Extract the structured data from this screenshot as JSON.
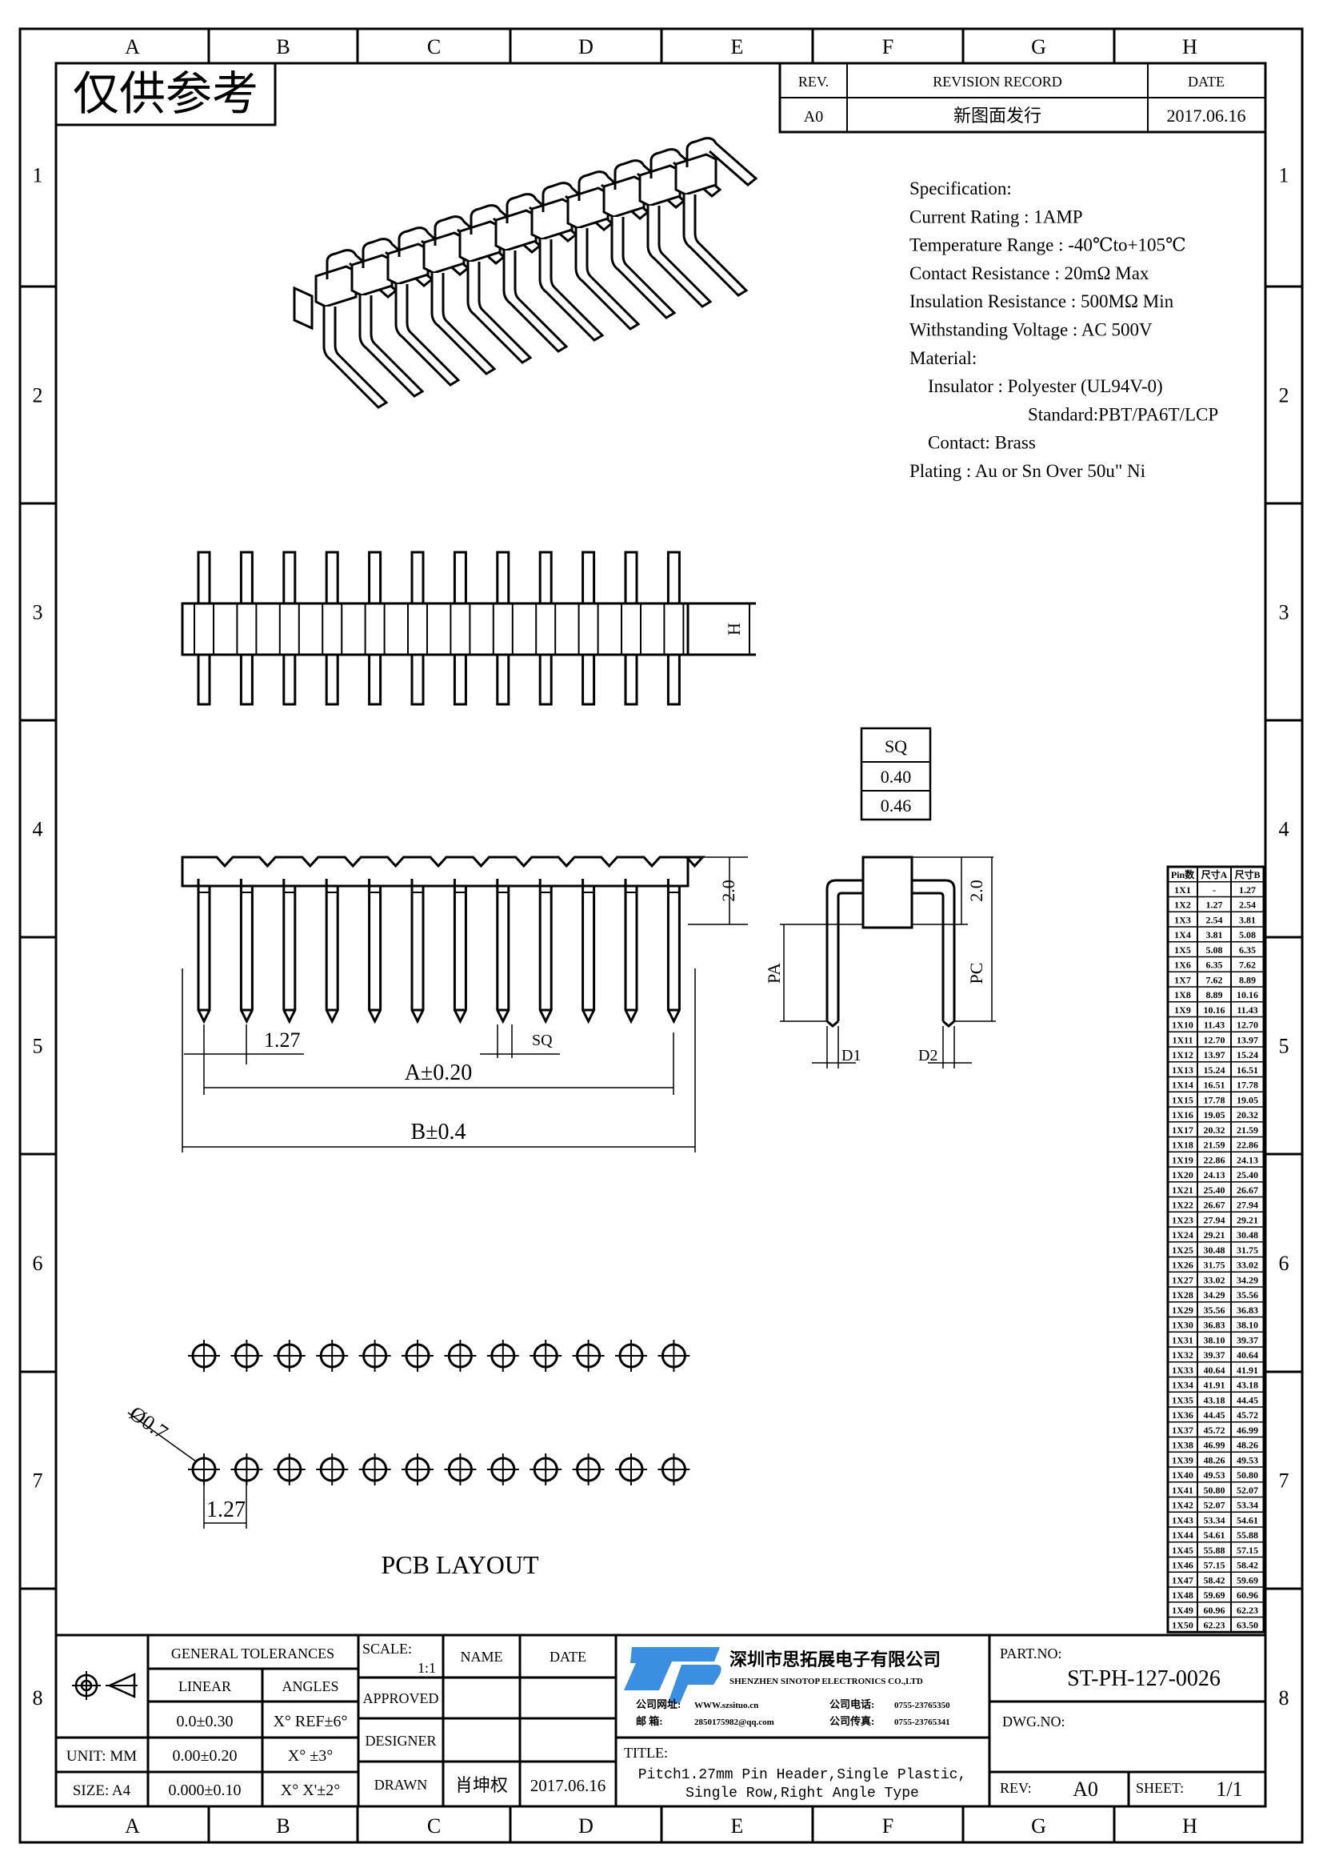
{
  "frame": {
    "columns": [
      "A",
      "B",
      "C",
      "D",
      "E",
      "F",
      "G",
      "H"
    ],
    "rows": [
      "1",
      "2",
      "3",
      "4",
      "5",
      "6",
      "7",
      "8"
    ]
  },
  "stamp": "仅供参考",
  "revision": {
    "rev_header": "REV.",
    "record_header": "REVISION RECORD",
    "date_header": "DATE",
    "rev": "A0",
    "record": "新图面发行",
    "date": "2017.06.16"
  },
  "spec": {
    "lines": [
      "Specification:",
      "Current Rating : 1AMP",
      "Temperature Range : -40℃to+105℃",
      "Contact Resistance : 20mΩ Max",
      "Insulation Resistance : 500MΩ Min",
      "Withstanding Voltage : AC 500V",
      "Material:",
      "Insulator : Polyester (UL94V-0)",
      "Standard:PBT/PA6T/LCP",
      "Contact: Brass",
      "Plating : Au or Sn Over 50u\" Ni"
    ]
  },
  "dims": {
    "h": "H",
    "sq_header": "SQ",
    "sq_values": [
      "0.40",
      "0.46"
    ],
    "height_2": "2.0",
    "height_2b": "2.0",
    "pitch": "1.27",
    "sq": "SQ",
    "a": "A±0.20",
    "b": "B±0.4",
    "pa": "PA",
    "pc": "PC",
    "d1": "D1",
    "d2": "D2"
  },
  "pcb": {
    "hole": "Ø0.7",
    "pitch": "1.27",
    "label": "PCB LAYOUT"
  },
  "size_table": {
    "headers": [
      "Pin数",
      "尺寸A",
      "尺寸B"
    ],
    "rows": [
      [
        "1X1",
        "-",
        "1.27"
      ],
      [
        "1X2",
        "1.27",
        "2.54"
      ],
      [
        "1X3",
        "2.54",
        "3.81"
      ],
      [
        "1X4",
        "3.81",
        "5.08"
      ],
      [
        "1X5",
        "5.08",
        "6.35"
      ],
      [
        "1X6",
        "6.35",
        "7.62"
      ],
      [
        "1X7",
        "7.62",
        "8.89"
      ],
      [
        "1X8",
        "8.89",
        "10.16"
      ],
      [
        "1X9",
        "10.16",
        "11.43"
      ],
      [
        "1X10",
        "11.43",
        "12.70"
      ],
      [
        "1X11",
        "12.70",
        "13.97"
      ],
      [
        "1X12",
        "13.97",
        "15.24"
      ],
      [
        "1X13",
        "15.24",
        "16.51"
      ],
      [
        "1X14",
        "16.51",
        "17.78"
      ],
      [
        "1X15",
        "17.78",
        "19.05"
      ],
      [
        "1X16",
        "19.05",
        "20.32"
      ],
      [
        "1X17",
        "20.32",
        "21.59"
      ],
      [
        "1X18",
        "21.59",
        "22.86"
      ],
      [
        "1X19",
        "22.86",
        "24.13"
      ],
      [
        "1X20",
        "24.13",
        "25.40"
      ],
      [
        "1X21",
        "25.40",
        "26.67"
      ],
      [
        "1X22",
        "26.67",
        "27.94"
      ],
      [
        "1X23",
        "27.94",
        "29.21"
      ],
      [
        "1X24",
        "29.21",
        "30.48"
      ],
      [
        "1X25",
        "30.48",
        "31.75"
      ],
      [
        "1X26",
        "31.75",
        "33.02"
      ],
      [
        "1X27",
        "33.02",
        "34.29"
      ],
      [
        "1X28",
        "34.29",
        "35.56"
      ],
      [
        "1X29",
        "35.56",
        "36.83"
      ],
      [
        "1X30",
        "36.83",
        "38.10"
      ],
      [
        "1X31",
        "38.10",
        "39.37"
      ],
      [
        "1X32",
        "39.37",
        "40.64"
      ],
      [
        "1X33",
        "40.64",
        "41.91"
      ],
      [
        "1X34",
        "41.91",
        "43.18"
      ],
      [
        "1X35",
        "43.18",
        "44.45"
      ],
      [
        "1X36",
        "44.45",
        "45.72"
      ],
      [
        "1X37",
        "45.72",
        "46.99"
      ],
      [
        "1X38",
        "46.99",
        "48.26"
      ],
      [
        "1X39",
        "48.26",
        "49.53"
      ],
      [
        "1X40",
        "49.53",
        "50.80"
      ],
      [
        "1X41",
        "50.80",
        "52.07"
      ],
      [
        "1X42",
        "52.07",
        "53.34"
      ],
      [
        "1X43",
        "53.34",
        "54.61"
      ],
      [
        "1X44",
        "54.61",
        "55.88"
      ],
      [
        "1X45",
        "55.88",
        "57.15"
      ],
      [
        "1X46",
        "57.15",
        "58.42"
      ],
      [
        "1X47",
        "58.42",
        "59.69"
      ],
      [
        "1X48",
        "59.69",
        "60.96"
      ],
      [
        "1X49",
        "60.96",
        "62.23"
      ],
      [
        "1X50",
        "62.23",
        "63.50"
      ]
    ]
  },
  "title_block": {
    "general_tolerances": "GENERAL TOLERANCES",
    "linear": "LINEAR",
    "angles": "ANGLES",
    "tol_linear": [
      "0.0±0.30",
      "0.00±0.20",
      "0.000±0.10"
    ],
    "tol_angles": [
      "X° REF±6°",
      "X° ±3°",
      "X° X'±2°"
    ],
    "unit": "UNIT: MM",
    "size": "SIZE: A4",
    "scale_label": "SCALE:",
    "scale": "1:1",
    "name": "NAME",
    "date": "DATE",
    "approved": "APPROVED",
    "designer": "DESIGNER",
    "drawn": "DRAWN",
    "drawn_name": "肖坤权",
    "drawn_date": "2017.06.16",
    "company_cn": "深圳市思拓展电子有限公司",
    "company_en": "SHENZHEN SINOTOP ELECTRONICS CO.,LTD",
    "website_label": "公司网址:",
    "website": "WWW.szsituo.cn",
    "email_label": "邮    箱:",
    "email": "2850175982@qq.com",
    "phone_label": "公司电话:",
    "phone": "0755-23765350",
    "fax_label": "公司传真:",
    "fax": "0755-23765341",
    "title_label": "TITLE:",
    "title_lines": [
      "Pitch1.27mm Pin Header,Single Plastic,",
      "Single Row,Right Angle Type"
    ],
    "part_no_label": "PART.NO:",
    "part_no": "ST-PH-127-0026",
    "dwg_no_label": "DWG.NO:",
    "rev_label": "REV:",
    "rev": "A0",
    "sheet_label": "SHEET:",
    "sheet": "1/1",
    "logo_color": "#3a8fe0"
  }
}
